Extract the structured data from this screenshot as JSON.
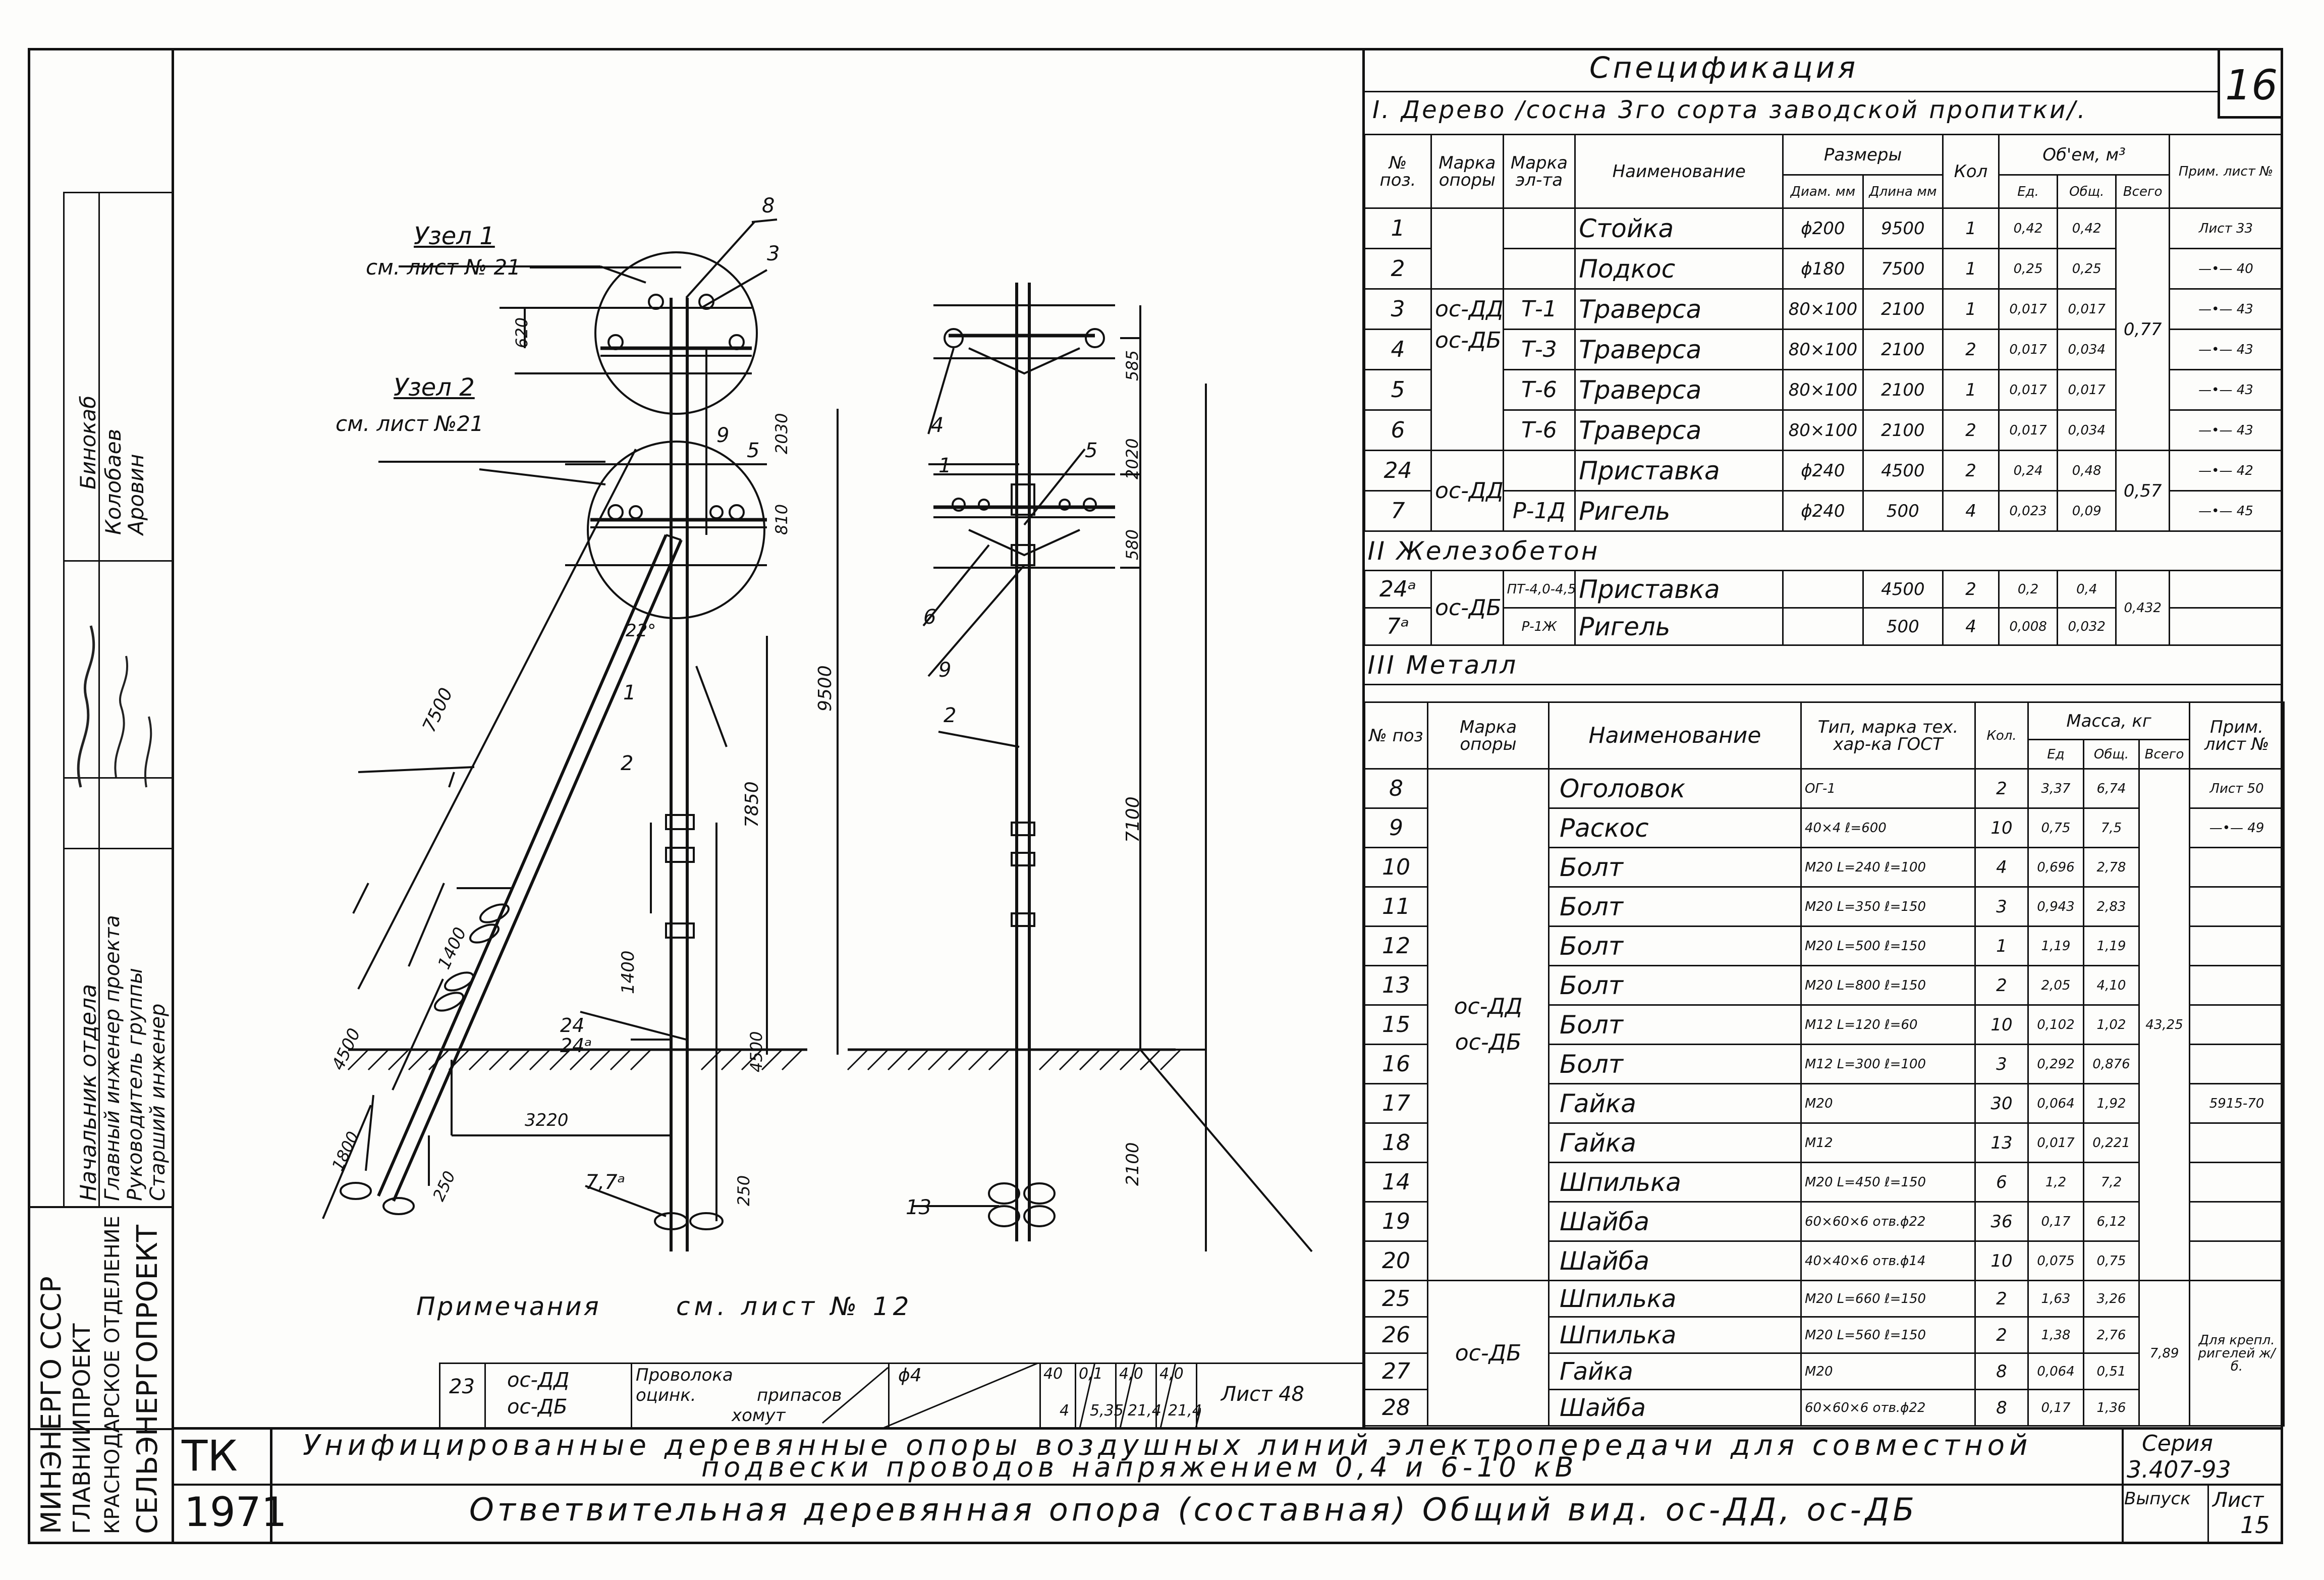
{
  "sheet_number": "16",
  "page_number": "15",
  "side_stamp": {
    "org_lines": [
      "МИНЭНЕРГО СССР",
      "ГЛАВНИИПРОЕКТ",
      "КРАСНОДАРСКОЕ ОТДЕЛЕНИЕ",
      "СЕЛЬЭНЕРГОПРОЕКТ"
    ],
    "roles": [
      "Начальник отдела",
      "Главный инженер проекта",
      "Руководитель группы",
      "Старший инженер"
    ],
    "names": [
      "Бинокаб",
      "Колобаев",
      "Аровин"
    ]
  },
  "title_block": {
    "code": "ТК",
    "year": "1971",
    "line1": "Унифицированные деревянные опоры воздушных линий электропередачи для совместной",
    "line2": "подвески проводов напряжением 0,4 и 6-10 кВ",
    "line3": "Ответвительная деревянная опора (составная) Общий вид. ос-ДД, ос-ДБ",
    "series_label": "Серия",
    "series_value": "3.407-93",
    "issue_label": "Выпуск",
    "sheet_label": "Лист",
    "sheet_value": "15"
  },
  "drawing": {
    "node1_label": "Узел 1",
    "node1_ref": "см. лист № 21",
    "node2_label": "Узел 2",
    "node2_ref": "см. лист №21",
    "note_label": "Примечания",
    "note_ref": "см. лист № 12",
    "callouts_left": [
      "8",
      "3",
      "9",
      "5",
      "1",
      "2",
      "24",
      "24ᵃ",
      "7,7ᵃ"
    ],
    "callouts_right": [
      "4",
      "1",
      "5",
      "6",
      "9",
      "2",
      "13"
    ],
    "dimensions_left": [
      "620",
      "2030",
      "810",
      "9500",
      "7850",
      "7500",
      "1400",
      "1400",
      "4500",
      "4500",
      "1800",
      "250",
      "250",
      "3220",
      "22°"
    ],
    "dimensions_right": [
      "585",
      "2020",
      "580",
      "7100",
      "2100"
    ]
  },
  "bottom_row": {
    "pos": "23",
    "marks": [
      "ос-ДД",
      "ос-ДБ"
    ],
    "name_line1": "Проволока",
    "name_line2": "оцинк.",
    "name_line3": "припасов",
    "name_line4": "хомут",
    "type": "ϕ4",
    "kol": [
      "40",
      "4"
    ],
    "ed": [
      "0,1",
      "5,35"
    ],
    "obsh": [
      "4,0",
      "21,4"
    ],
    "vsego": [
      "4,0",
      "21,4"
    ],
    "prim": "Лист 48"
  },
  "spec": {
    "title": "Спецификация",
    "section1": "I. Дерево /сосна 3го сорта заводской пропитки/.",
    "wood_header": {
      "pos": "№ поз.",
      "mark_op": "Марка опоры",
      "mark_el": "Марка эл-та",
      "name": "Наименование",
      "sizes": "Размеры",
      "diam": "Диам. мм",
      "len": "Длина мм",
      "kol": "Кол",
      "volume": "Об'ем, м³",
      "ed": "Ед.",
      "obsh": "Общ.",
      "vsego": "Всего",
      "prim": "Прим. лист №"
    },
    "wood_rows": [
      {
        "pos": "1",
        "mark_op": "",
        "mark_el": "",
        "name": "Стойка",
        "diam": "ϕ200",
        "len": "9500",
        "kol": "1",
        "ed": "0,42",
        "obsh": "0,42",
        "prim": "Лист 33"
      },
      {
        "pos": "2",
        "mark_op": "",
        "mark_el": "",
        "name": "Подкос",
        "diam": "ϕ180",
        "len": "7500",
        "kol": "1",
        "ed": "0,25",
        "obsh": "0,25",
        "prim": "—•— 40"
      },
      {
        "pos": "3",
        "mark_op": "ос-ДД",
        "mark_el": "Т-1",
        "name": "Траверса",
        "diam": "80×100",
        "len": "2100",
        "kol": "1",
        "ed": "0,017",
        "obsh": "0,017",
        "prim": "—•— 43"
      },
      {
        "pos": "4",
        "mark_op": "ос-ДБ",
        "mark_el": "Т-3",
        "name": "Траверса",
        "diam": "80×100",
        "len": "2100",
        "kol": "2",
        "ed": "0,017",
        "obsh": "0,034",
        "prim": "—•— 43"
      },
      {
        "pos": "5",
        "mark_op": "",
        "mark_el": "Т-6",
        "name": "Траверса",
        "diam": "80×100",
        "len": "2100",
        "kol": "1",
        "ed": "0,017",
        "obsh": "0,017",
        "prim": "—•— 43"
      },
      {
        "pos": "6",
        "mark_op": "",
        "mark_el": "Т-6",
        "name": "Траверса",
        "diam": "80×100",
        "len": "2100",
        "kol": "2",
        "ed": "0,017",
        "obsh": "0,034",
        "prim": "—•— 43"
      },
      {
        "pos": "24",
        "mark_op": "ос-ДД",
        "mark_el": "",
        "name": "Приставка",
        "diam": "ϕ240",
        "len": "4500",
        "kol": "2",
        "ed": "0,24",
        "obsh": "0,48",
        "prim": "—•— 42"
      },
      {
        "pos": "7",
        "mark_op": "",
        "mark_el": "Р-1Д",
        "name": "Ригель",
        "diam": "ϕ240",
        "len": "500",
        "kol": "4",
        "ed": "0,023",
        "obsh": "0,09",
        "prim": "—•— 45"
      }
    ],
    "wood_totals": [
      "0,77",
      "0,57"
    ],
    "section2": "II Железобетон",
    "concrete_rows": [
      {
        "pos": "24ᵃ",
        "mark_op": "ос-ДБ",
        "mark_el": "ПТ-4,0-4,5",
        "name": "Приставка",
        "diam": "",
        "len": "4500",
        "kol": "2",
        "ed": "0,2",
        "obsh": "0,4",
        "prim": ""
      },
      {
        "pos": "7ᵃ",
        "mark_op": "",
        "mark_el": "Р-1Ж",
        "name": "Ригель",
        "diam": "",
        "len": "500",
        "kol": "4",
        "ed": "0,008",
        "obsh": "0,032",
        "prim": ""
      }
    ],
    "concrete_total": "0,432",
    "section3": "III Металл",
    "metal_header": {
      "pos": "№ поз",
      "mark_op": "Марка опоры",
      "name": "Наименование",
      "type": "Тип, марка тех. хар-ка ГОСТ",
      "kol": "Кол.",
      "mass": "Масса, кг",
      "ed": "Ед",
      "obsh": "Общ.",
      "vsego": "Всего",
      "prim": "Прим. лист №"
    },
    "metal_marks": [
      "ос-ДД",
      "ос-ДБ"
    ],
    "metal_rows": [
      {
        "pos": "8",
        "name": "Оголовок",
        "type": "ОГ-1",
        "kol": "2",
        "ed": "3,37",
        "obsh": "6,74",
        "prim": "Лист 50"
      },
      {
        "pos": "9",
        "name": "Раскос",
        "type": "40×4 ℓ=600",
        "kol": "10",
        "ed": "0,75",
        "obsh": "7,5",
        "prim": "—•— 49"
      },
      {
        "pos": "10",
        "name": "Болт",
        "type": "М20 L=240 ℓ=100",
        "kol": "4",
        "ed": "0,696",
        "obsh": "2,78",
        "prim": ""
      },
      {
        "pos": "11",
        "name": "Болт",
        "type": "М20 L=350 ℓ=150",
        "kol": "3",
        "ed": "0,943",
        "obsh": "2,83",
        "prim": ""
      },
      {
        "pos": "12",
        "name": "Болт",
        "type": "М20 L=500 ℓ=150",
        "kol": "1",
        "ed": "1,19",
        "obsh": "1,19",
        "prim": ""
      },
      {
        "pos": "13",
        "name": "Болт",
        "type": "М20 L=800 ℓ=150",
        "kol": "2",
        "ed": "2,05",
        "obsh": "4,10",
        "prim": ""
      },
      {
        "pos": "15",
        "name": "Болт",
        "type": "М12 L=120 ℓ=60",
        "kol": "10",
        "ed": "0,102",
        "obsh": "1,02",
        "prim": ""
      },
      {
        "pos": "16",
        "name": "Болт",
        "type": "М12 L=300 ℓ=100",
        "kol": "3",
        "ed": "0,292",
        "obsh": "0,876",
        "prim": ""
      },
      {
        "pos": "17",
        "name": "Гайка",
        "type": "М20",
        "kol": "30",
        "ed": "0,064",
        "obsh": "1,92",
        "prim": "5915-70"
      },
      {
        "pos": "18",
        "name": "Гайка",
        "type": "М12",
        "kol": "13",
        "ed": "0,017",
        "obsh": "0,221",
        "prim": ""
      },
      {
        "pos": "14",
        "name": "Шпилька",
        "type": "М20 L=450 ℓ=150",
        "kol": "6",
        "ed": "1,2",
        "obsh": "7,2",
        "prim": ""
      },
      {
        "pos": "19",
        "name": "Шайба",
        "type": "60×60×6 отв.ϕ22",
        "kol": "36",
        "ed": "0,17",
        "obsh": "6,12",
        "prim": ""
      },
      {
        "pos": "20",
        "name": "Шайба",
        "type": "40×40×6 отв.ϕ14",
        "kol": "10",
        "ed": "0,075",
        "obsh": "0,75",
        "prim": ""
      }
    ],
    "metal_total_1": "43,25",
    "metal_rows_db": [
      {
        "pos": "25",
        "name": "Шпилька",
        "type": "М20 L=660 ℓ=150",
        "kol": "2",
        "ed": "1,63",
        "obsh": "3,26"
      },
      {
        "pos": "26",
        "name": "Шпилька",
        "type": "М20 L=560 ℓ=150",
        "kol": "2",
        "ed": "1,38",
        "obsh": "2,76"
      },
      {
        "pos": "27",
        "name": "Гайка",
        "type": "М20",
        "kol": "8",
        "ed": "0,064",
        "obsh": "0,51"
      },
      {
        "pos": "28",
        "name": "Шайба",
        "type": "60×60×6 отв.ϕ22",
        "kol": "8",
        "ed": "0,17",
        "obsh": "1,36"
      }
    ],
    "metal_db_mark": "ос-ДБ",
    "metal_total_2": "7,89",
    "metal_db_prim": "Для крепл. ригелей ж/б."
  }
}
